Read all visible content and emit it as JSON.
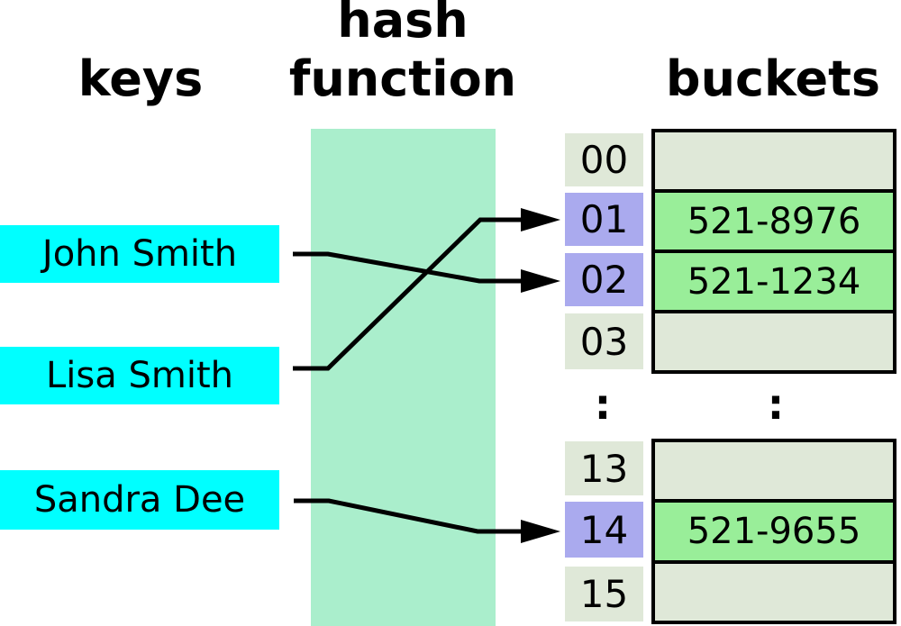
{
  "headers": {
    "keys": "keys",
    "hash_line1": "hash",
    "hash_line2": "function",
    "buckets": "buckets"
  },
  "keys": [
    {
      "label": "John Smith"
    },
    {
      "label": "Lisa Smith"
    },
    {
      "label": "Sandra Dee"
    }
  ],
  "index": {
    "rows": [
      {
        "label": "00",
        "highlighted": false
      },
      {
        "label": "01",
        "highlighted": true
      },
      {
        "label": "02",
        "highlighted": true
      },
      {
        "label": "03",
        "highlighted": false
      },
      {
        "label": "13",
        "highlighted": false
      },
      {
        "label": "14",
        "highlighted": true
      },
      {
        "label": "15",
        "highlighted": false
      }
    ],
    "ellipsis": ":"
  },
  "buckets": {
    "top_rows": [
      {
        "value": ""
      },
      {
        "value": "521-8976"
      },
      {
        "value": "521-1234"
      },
      {
        "value": ""
      }
    ],
    "ellipsis": ":",
    "bottom_rows": [
      {
        "value": ""
      },
      {
        "value": "521-9655"
      },
      {
        "value": ""
      }
    ]
  },
  "arrows": [
    {
      "from": "John Smith",
      "to_slot": "02"
    },
    {
      "from": "Lisa Smith",
      "to_slot": "01"
    },
    {
      "from": "Sandra Dee",
      "to_slot": "14"
    }
  ],
  "colors": {
    "key_box": "#00ffff",
    "hash_function_box": "#aaeecc",
    "index_cell": "#dfe8d8",
    "index_cell_highlight": "#aaaaee",
    "bucket_empty": "#dfe8d8",
    "bucket_filled": "#99ee99",
    "arrow": "#000000",
    "text": "#000000"
  }
}
